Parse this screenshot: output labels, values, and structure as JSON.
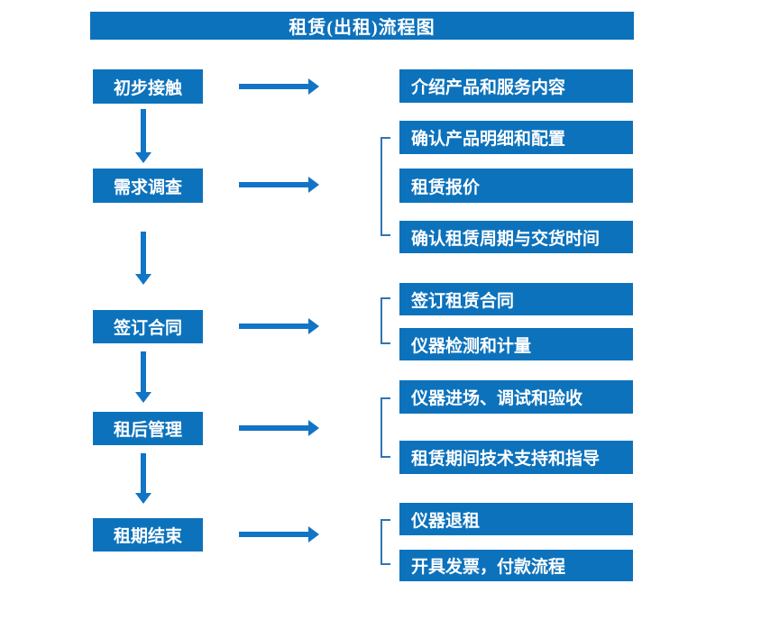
{
  "title": "租赁(出租)流程图",
  "colors": {
    "primary": "#0d72bc",
    "arrow": "#1274c5",
    "bracket": "#2e75b6",
    "text": "#ffffff"
  },
  "steps": [
    {
      "label": "初步接触",
      "details": [
        "介绍产品和服务内容"
      ]
    },
    {
      "label": "需求调查",
      "details": [
        "确认产品明细和配置",
        "租赁报价",
        "确认租赁周期与交货时间"
      ]
    },
    {
      "label": "签订合同",
      "details": [
        "签订租赁合同",
        "仪器检测和计量"
      ]
    },
    {
      "label": "租后管理",
      "details": [
        "仪器进场、调试和验收",
        "租赁期间技术支持和指导"
      ]
    },
    {
      "label": "租期结束",
      "details": [
        "仪器退租",
        "开具发票，付款流程"
      ]
    }
  ]
}
